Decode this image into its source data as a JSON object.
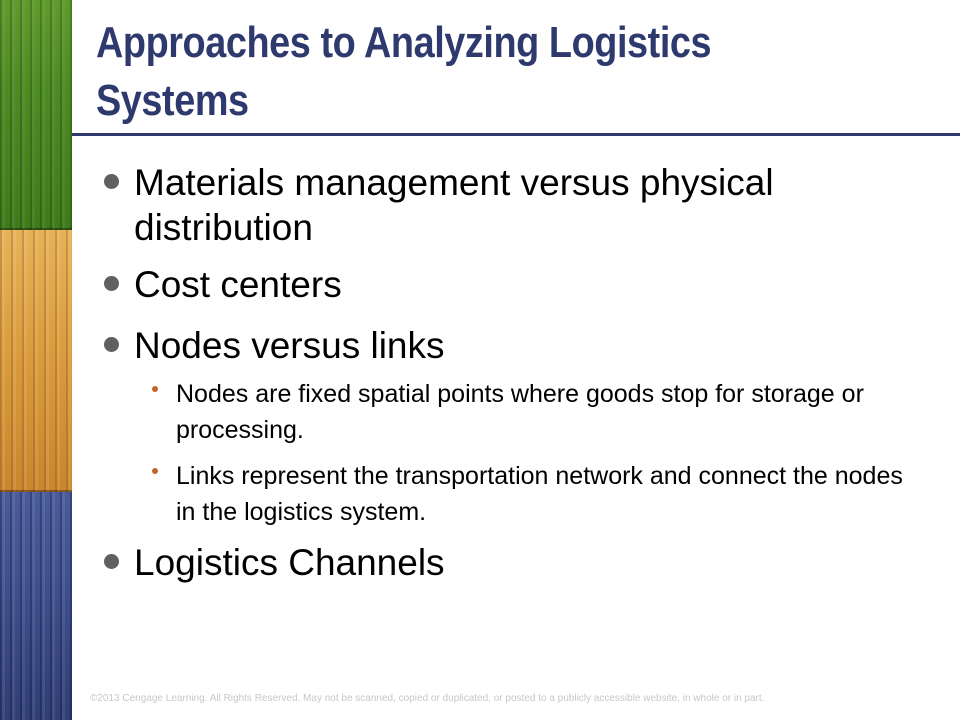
{
  "slide": {
    "title": "Approaches to Analyzing Logistics Systems",
    "accent_color": "#2e3a6e",
    "bullets": [
      {
        "text": "Materials management versus physical distribution"
      },
      {
        "text": "Cost centers"
      },
      {
        "text": "Nodes versus links",
        "sub_bullets": [
          {
            "text": "Nodes are fixed spatial points where goods stop for storage or processing."
          },
          {
            "text": "Links represent the transportation network and connect the nodes in the logistics system."
          }
        ]
      },
      {
        "text": "Logistics Channels"
      }
    ],
    "footer": "©2013 Cengage Learning. All Rights Reserved. May not be scanned, copied or duplicated, or posted to a publicly accessible website, in whole or in part."
  }
}
